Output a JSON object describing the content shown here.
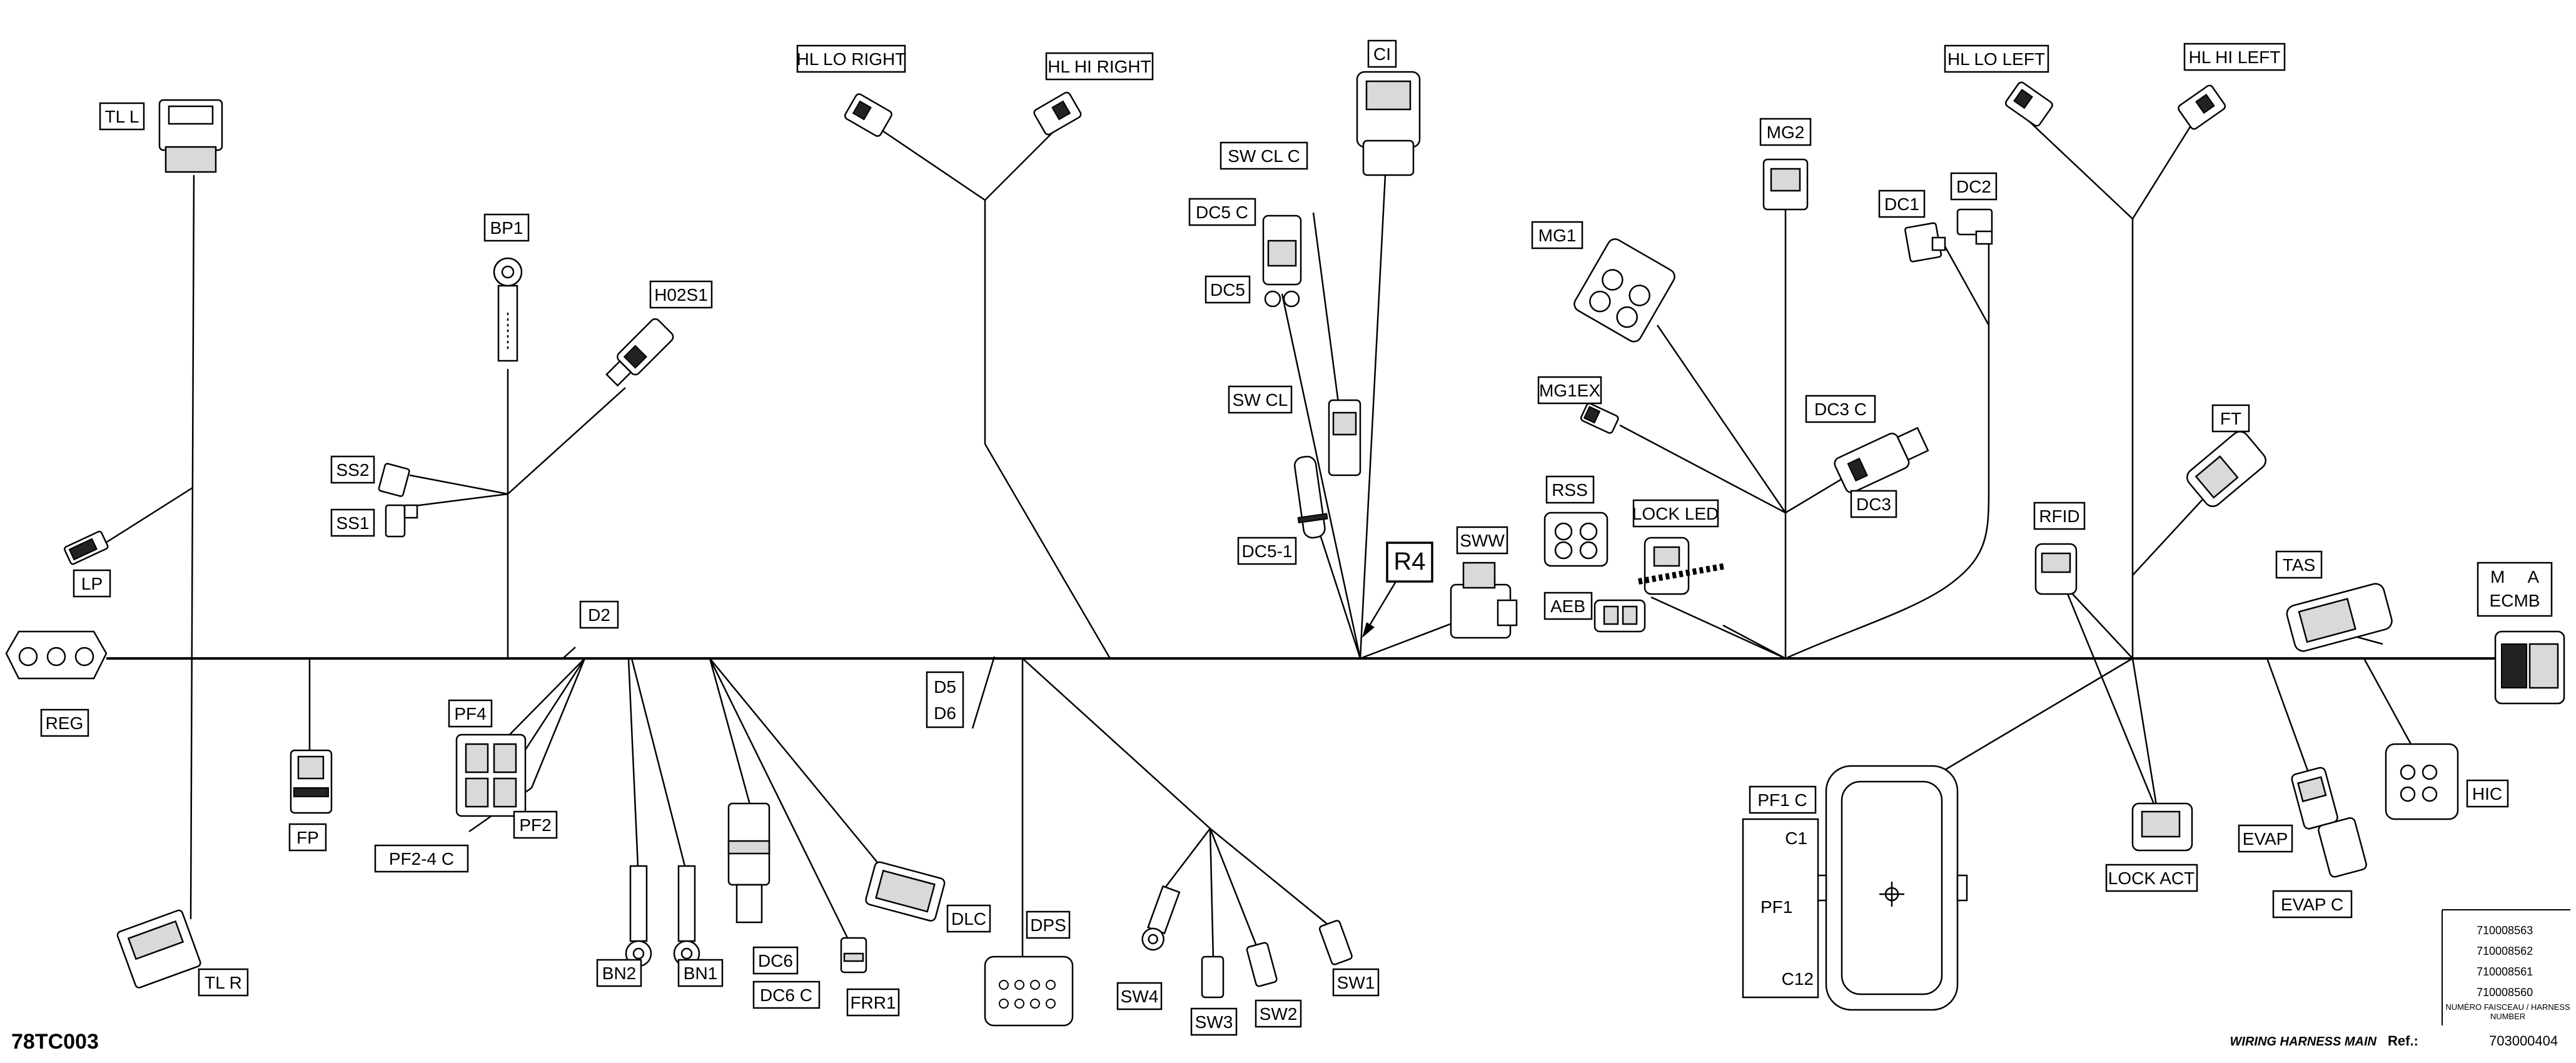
{
  "figure_code": "78TC003",
  "title_block": {
    "harness_numbers": [
      "710008563",
      "710008562",
      "710008561",
      "710008560"
    ],
    "number_caption_fr": "NUMÉRO FAISCEAU / HARNESS",
    "number_caption_en": "NUMBER",
    "harness_name": "WIRING HARNESS MAIN",
    "ref_label": "Ref.:",
    "ref_value": "703000404"
  },
  "labels": {
    "TL_L": "TL  L",
    "TL_R": "TL  R",
    "LP": "LP",
    "REG": "REG",
    "FP": "FP",
    "BP1": "BP1",
    "H02S1": "H02S1",
    "SS2": "SS2",
    "SS1": "SS1",
    "D2": "D2",
    "PF4": "PF4",
    "PF2": "PF2",
    "PF2_4_C": "PF2-4  C",
    "BN2": "BN2",
    "BN1": "BN1",
    "DC6": "DC6",
    "DC6_C": "DC6  C",
    "FRR1": "FRR1",
    "DLC": "DLC",
    "DPS": "DPS",
    "D5": "D5",
    "D6": "D6",
    "HL_LO_RIGHT": "HL  LO RIGHT",
    "HL_HI_RIGHT": "HL  HI RIGHT",
    "CI": "CI",
    "SW_CL_C": "SW  CL  C",
    "DC5_C": "DC5  C",
    "DC5": "DC5",
    "SW_CL": "SW  CL",
    "DC5_1": "DC5-1",
    "R4": "R4",
    "SWW": "SWW",
    "SW4": "SW4",
    "SW3": "SW3",
    "SW2": "SW2",
    "SW1": "SW1",
    "MG2": "MG2",
    "MG1": "MG1",
    "MG1EX": "MG1EX",
    "RSS": "RSS",
    "LOCK_LED": "LOCK LED",
    "AEB": "AEB",
    "DC1": "DC1",
    "DC2": "DC2",
    "DC3_C": "DC3  C",
    "DC3": "DC3",
    "HL_LO_LEFT": "HL  LO LEFT",
    "HL_HI_LEFT": "HL  HI LEFT",
    "FT": "FT",
    "RFID": "RFID",
    "TAS": "TAS",
    "ECMB_M": "M",
    "ECMB_A": "A",
    "ECMB": "ECMB",
    "HIC": "HIC",
    "EVAP": "EVAP",
    "EVAP_C": "EVAP  C",
    "LOCK_ACT": "LOCK  ACT",
    "PF1_C": "PF1  C",
    "PF1": "PF1",
    "C1": "C1",
    "C12": "C12"
  }
}
